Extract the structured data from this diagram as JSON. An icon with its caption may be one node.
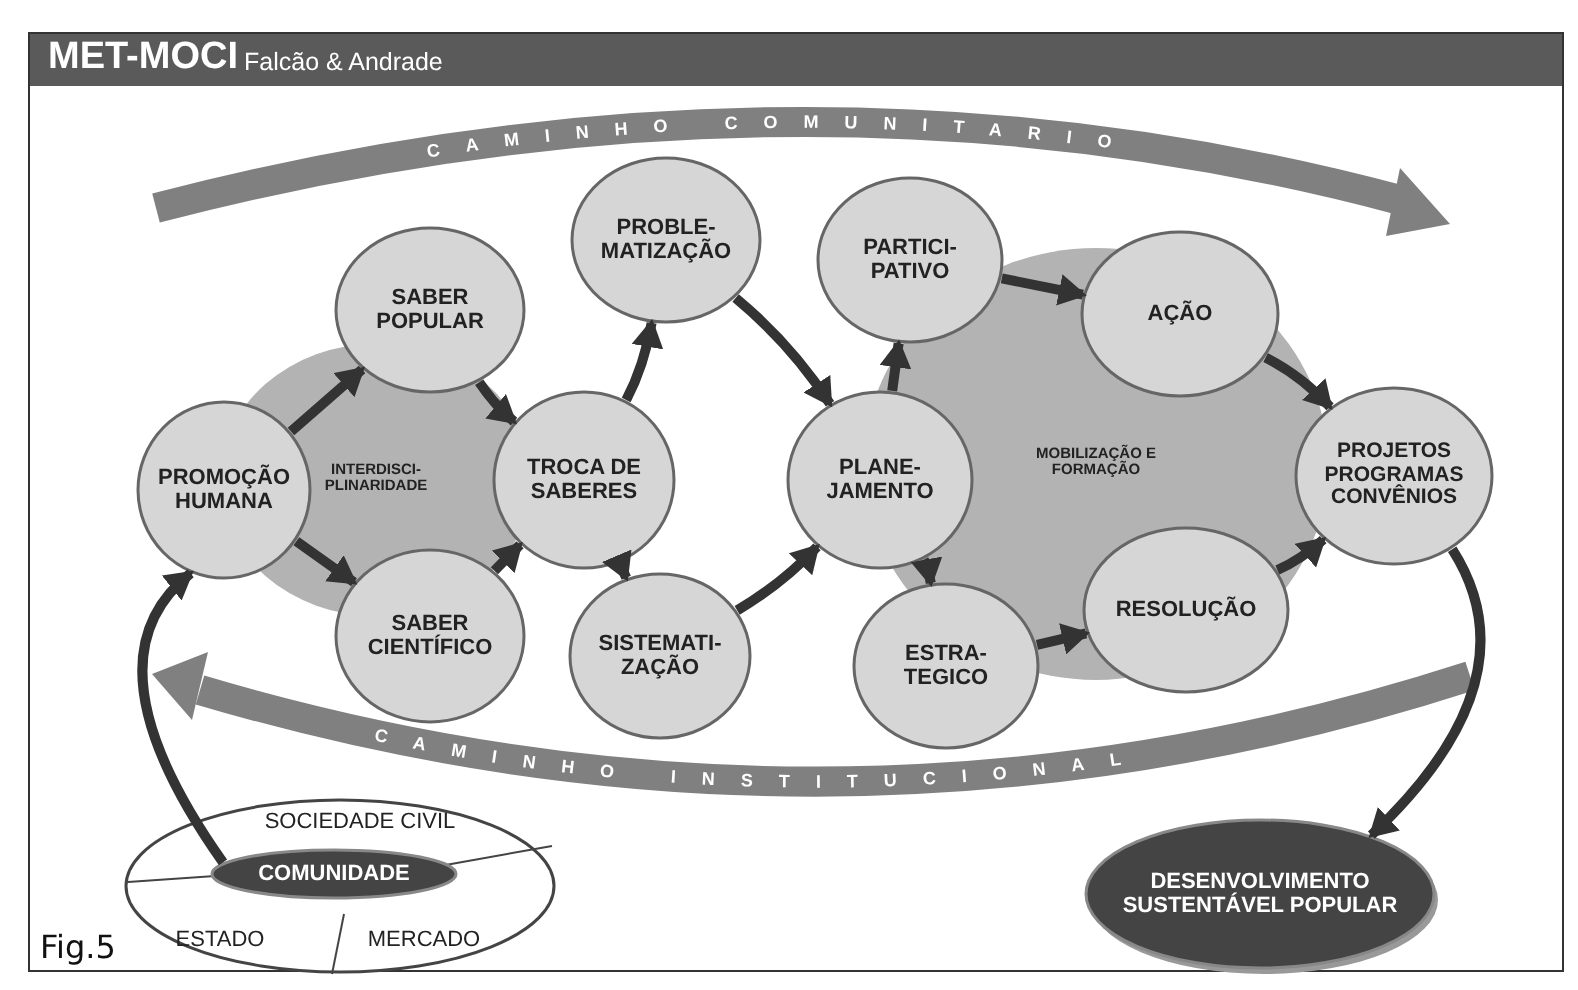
{
  "diagram": {
    "title": "MET-MOCI",
    "caption": "Fig.5",
    "nodes": [
      {
        "text": [
          "PROMOÇÃO HUMANA"
        ]
      },
      {
        "text": [
          "SABER POPULAR"
        ]
      },
      {
        "text": [
          "SABER CIENTÍFICO"
        ]
      },
      {
        "text": [
          "TROCA DE SABERES"
        ]
      },
      {
        "text": [
          "PROBLE- MATIZAÇÃO"
        ]
      },
      {
        "text": [
          "SISTEMATI- ZAÇÃO"
        ]
      },
      {
        "text": [
          "PLANE- JAMENTO"
        ]
      },
      {
        "text": [
          "PARTICI- PATIVO"
        ]
      },
      {
        "text": [
          "ESTRA- TEGICO"
        ]
      },
      {
        "text": [
          "AÇÃO"
        ]
      },
      {
        "text": [
          "RESOLUÇÃO"
        ]
      },
      {
        "text": [
          "PROJETOS PROGRAMAS CONVÊNIOS"
        ]
      },
      {
        "text": [
          "DESENVOLVIMENTO SUSTENTÁVEL POPULAR"
        ]
      },
      {
        "text": [
          "SOCIEDADE CIVIL",
          "ESTADO",
          "MERCADO"
        ]
      },
      {
        "text": [
          "COMUNIDADE"
        ],
        "in": 13
      }
    ],
    "edges": [
      {
        "from": 0,
        "to": 1,
        "arrow": "to"
      },
      {
        "from": 0,
        "to": 2,
        "arrow": "to"
      },
      {
        "from": 1,
        "to": 3,
        "arrow": "to"
      },
      {
        "from": 2,
        "to": 3,
        "arrow": "to"
      },
      {
        "from": 3,
        "to": 4,
        "arrow": "to"
      },
      {
        "from": 3,
        "to": 5,
        "arrow": "to"
      },
      {
        "from": 4,
        "to": 6,
        "arrow": "to"
      },
      {
        "from": 5,
        "to": 6,
        "arrow": "to"
      },
      {
        "from": 6,
        "to": 7,
        "arrow": "to"
      },
      {
        "from": 6,
        "to": 8,
        "arrow": "to"
      },
      {
        "from": 7,
        "to": 9,
        "arrow": "to"
      },
      {
        "from": 8,
        "to": 10,
        "arrow": "to"
      },
      {
        "from": 9,
        "to": 11,
        "arrow": "to"
      },
      {
        "from": 10,
        "to": 11,
        "arrow": "to"
      },
      {
        "from": 11,
        "to": 12,
        "arrow": "to"
      },
      {
        "from": 14,
        "to": 0,
        "arrow": "to"
      }
    ],
    "labels": [
      "Falcão & Andrade",
      "CAMINHO COMUNITARIO",
      "INTERDISCI- PLINARIDADE",
      "MOBILIZAÇÃO E FORMAÇÃO",
      "CAMINHO INSTITUCIONAL"
    ]
  }
}
